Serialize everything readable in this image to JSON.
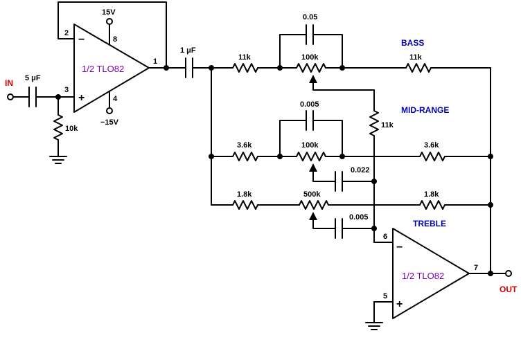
{
  "op_amps": [
    {
      "part": "1/2 TLO82",
      "inv_sign": "−",
      "noninv_sign": "+",
      "pins": {
        "inv": "2",
        "noninv": "3",
        "out": "1",
        "vplus": "8",
        "vminus": "4"
      }
    },
    {
      "part": "1/2 TLO82",
      "inv_sign": "−",
      "noninv_sign": "+",
      "pins": {
        "inv": "6",
        "noninv": "5",
        "out": "7"
      }
    }
  ],
  "supplies": {
    "positive": "15V",
    "negative": "−15V"
  },
  "ports": {
    "input": "IN",
    "output": "OUT"
  },
  "sections": {
    "bass": "BASS",
    "mid": "MID-RANGE",
    "treble": "TREBLE"
  },
  "components": {
    "c_in": "5 μF",
    "r_bias": "10k",
    "c_couple": "1 μF",
    "r_bass_in": "11k",
    "pot_bass": "100k",
    "c_bass": "0.05",
    "r_bass_out": "11k",
    "r_bass_fb": "11k",
    "r_mid_in": "3.6k",
    "pot_mid": "100k",
    "c_mid_bridge": "0.005",
    "c_mid_wiper": "0.022",
    "r_mid_out": "3.6k",
    "r_tre_in": "1.8k",
    "pot_tre": "500k",
    "c_tre_wiper": "0.005",
    "r_tre_out": "1.8k"
  }
}
